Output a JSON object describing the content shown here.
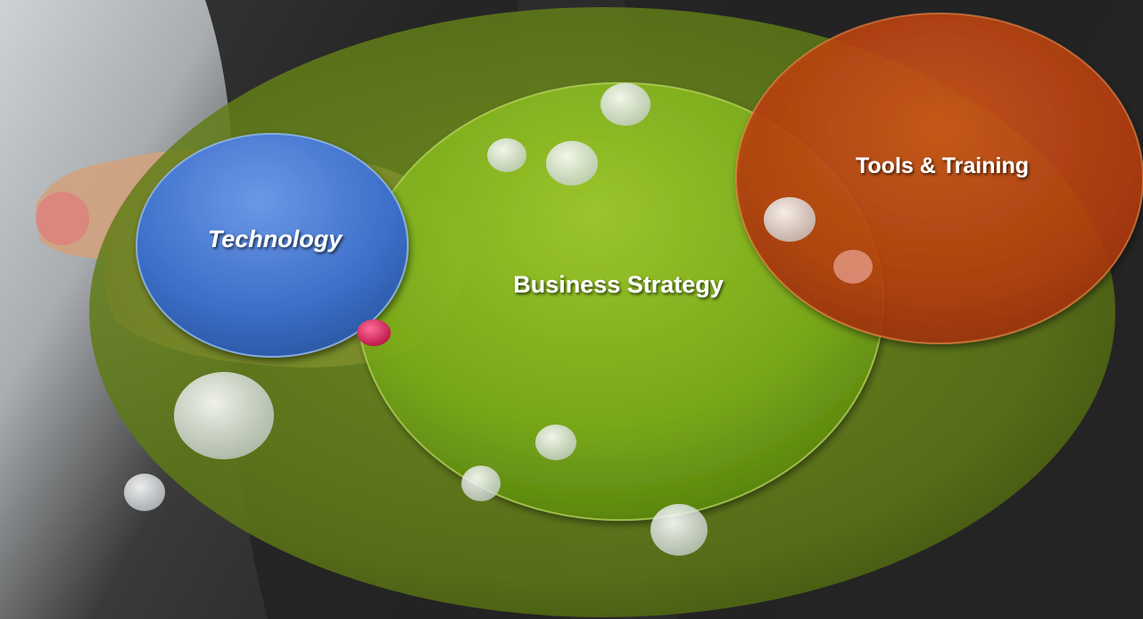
{
  "labels": {
    "technology": "Technology",
    "business_strategy": "Business Strategy",
    "tools_training": "Tools & Training"
  },
  "colors": {
    "background_left": "#c9ccce",
    "background_dark": "#1c1c1c",
    "large_ellipse": "#5f7a16",
    "business_circle": "#7fb21a",
    "technology_circle": "#3d6fc9",
    "tools_circle": "#c5420f",
    "hand_skin": "#d9a27c",
    "bubble": "#e8ecef",
    "pink_dot": "#d3265a"
  }
}
